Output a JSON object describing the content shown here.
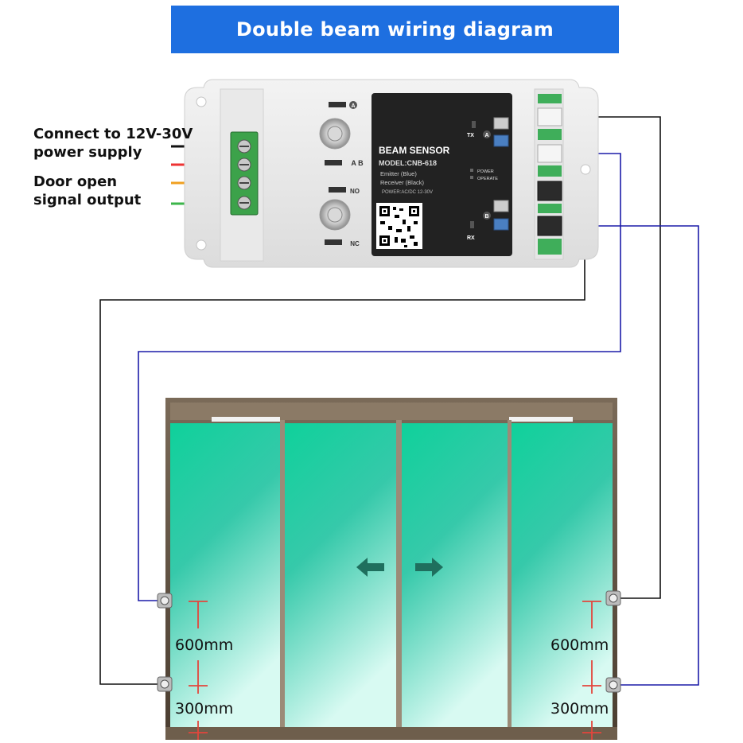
{
  "title": "Double beam wiring diagram",
  "power_label": {
    "line1": "Connect to 12V-30V",
    "line2": "power supply"
  },
  "signal_label": {
    "line1": "Door open",
    "line2": "signal output"
  },
  "device": {
    "name": "BEAM SENSOR",
    "model": "MODEL:CNB-618",
    "emitter": "Emitter  (Blue)",
    "receiver": "Receiver (Black)",
    "power": "POWER:AC/DC 12-30V",
    "led_power": "POWER",
    "led_operate": "OPERATE",
    "tx": "TX",
    "rx": "RX",
    "btn_a": "A",
    "btn_ab": "A B",
    "no": "NO",
    "nc": "NC",
    "port_a": "A",
    "port_b": "B"
  },
  "measurements": {
    "left_upper": "600mm",
    "left_lower": "300mm",
    "right_upper": "600mm",
    "right_lower": "300mm"
  },
  "colors": {
    "title_bg": "#1e6fe0",
    "wire_black": "#111111",
    "wire_blue": "#1c1ca8",
    "door_glass": "#22c9a0",
    "terminal": "#3ca24a",
    "marker_red": "#e3463c"
  },
  "icons": [
    "arrow-left-icon",
    "arrow-right-icon",
    "qr-code-icon"
  ]
}
